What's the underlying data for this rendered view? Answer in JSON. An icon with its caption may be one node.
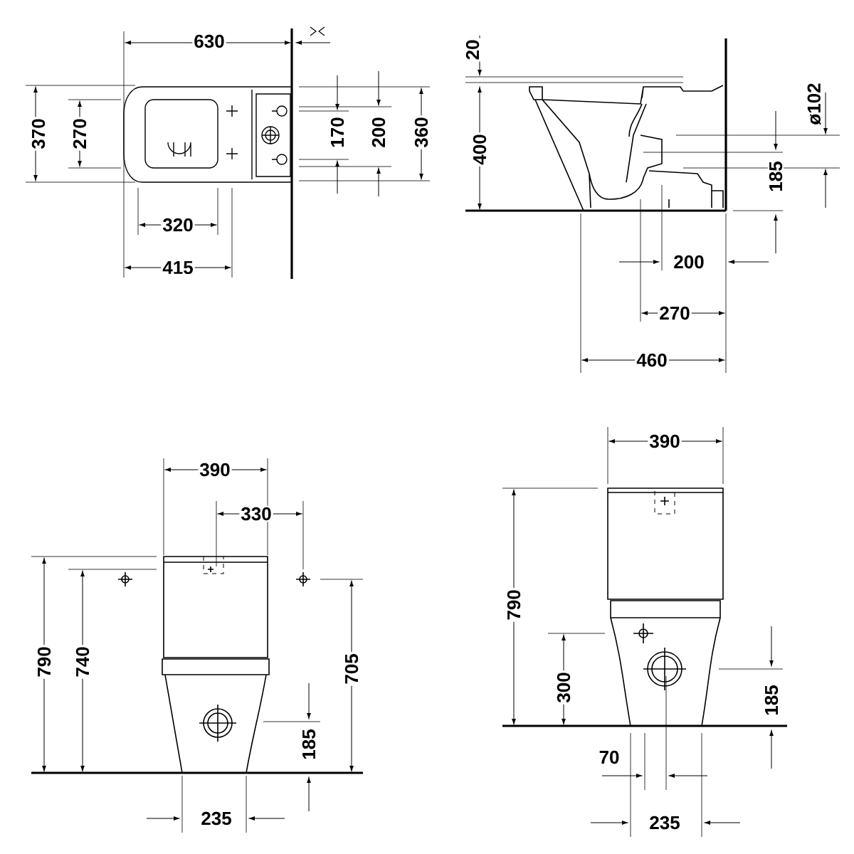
{
  "diagram": {
    "labels": [
      "630",
      "370",
      "270",
      "170",
      "200",
      "360",
      "320",
      "415",
      "20",
      "400",
      "ø102",
      "185",
      "200",
      "270",
      "460",
      "390",
      "330",
      "790",
      "740",
      "705",
      "185",
      "235",
      "390",
      "790",
      "300",
      "185",
      "70",
      "235"
    ]
  }
}
